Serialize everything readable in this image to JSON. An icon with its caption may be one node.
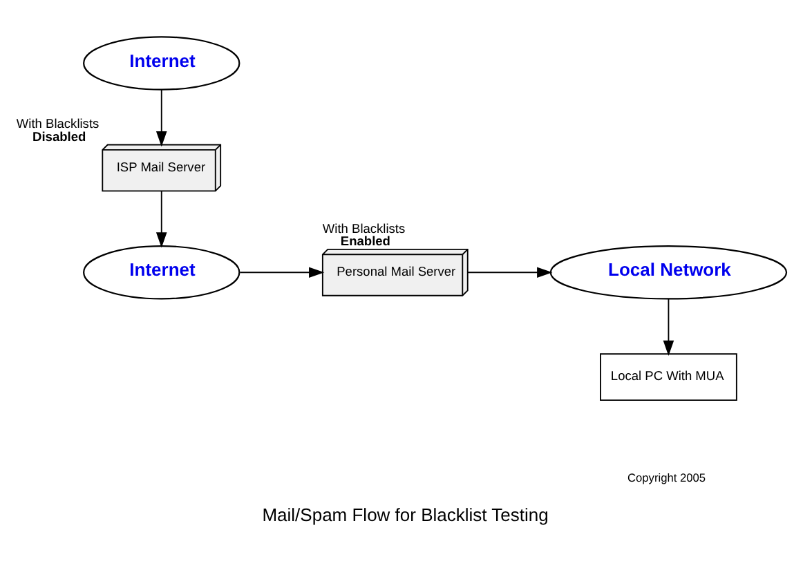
{
  "diagram": {
    "caption": "Mail/Spam Flow for Blacklist Testing",
    "nodes": [
      {
        "text": [
          "Internet"
        ]
      },
      {
        "text": [
          "ISP Mail Server"
        ],
        "beside": [
          "With Blacklists",
          "Disabled"
        ]
      },
      {
        "text": [
          "Internet"
        ]
      },
      {
        "text": [
          "Personal Mail Server"
        ],
        "beside": [
          "With Blacklists",
          "Enabled"
        ]
      },
      {
        "text": [
          "Local Network"
        ]
      },
      {
        "text": [
          "Local PC With MUA"
        ]
      }
    ],
    "edges": [
      {
        "from": 0,
        "to": 1,
        "arrow": "to"
      },
      {
        "from": 1,
        "to": 2,
        "arrow": "to"
      },
      {
        "from": 2,
        "to": 3,
        "arrow": "to"
      },
      {
        "from": 3,
        "to": 4,
        "arrow": "to"
      },
      {
        "from": 4,
        "to": 5,
        "arrow": "to"
      }
    ],
    "labels": [
      "Copyright 2005"
    ]
  }
}
